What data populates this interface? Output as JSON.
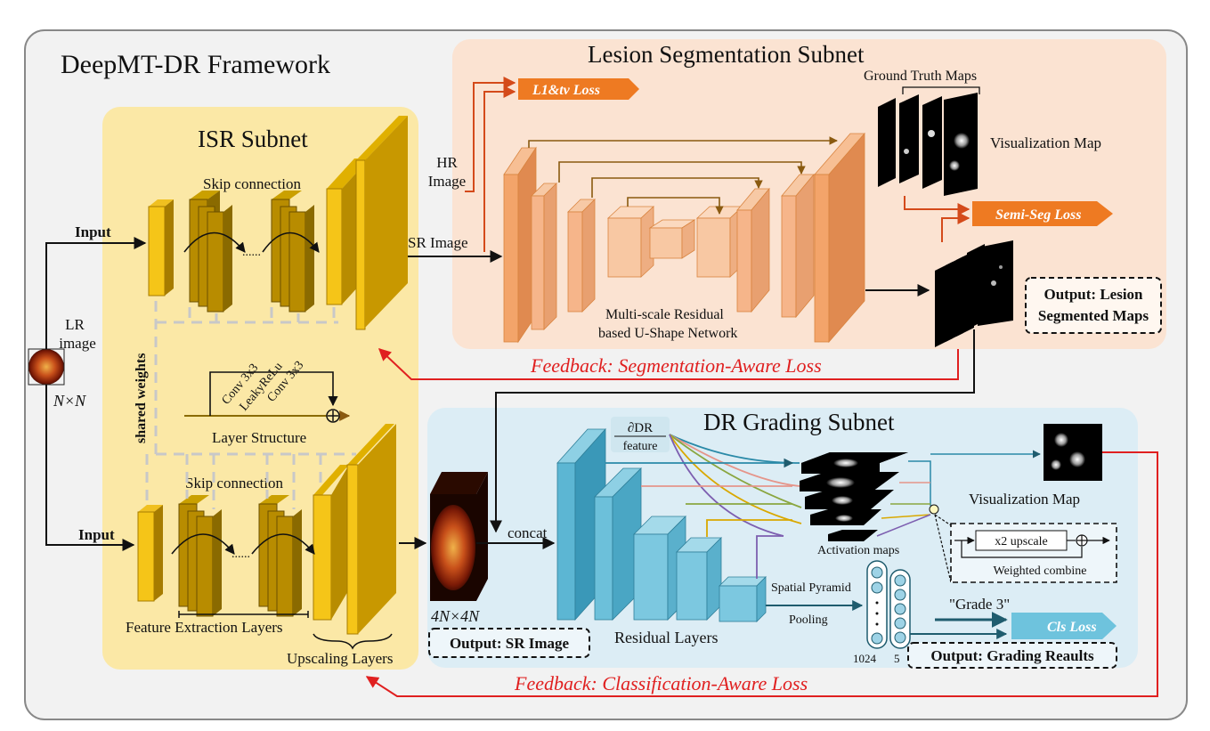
{
  "framework_title": "DeepMT-DR Framework",
  "isr": {
    "title": "ISR Subnet",
    "skip_top": "Skip connection",
    "skip_bottom": "Skip connection",
    "ellipsis": "......",
    "input_top": "Input",
    "input_bottom": "Input",
    "lr_line1": "LR",
    "lr_line2": "image",
    "lr_size": "N×N",
    "shared_weights": "shared weights",
    "layer_ops": [
      "Conv 3x3",
      "LeakyReLu",
      "Conv 3x3"
    ],
    "layer_structure": "Layer Structure",
    "feature_layers": "Feature Extraction Layers",
    "upscaling_layers": "Upscaling Layers"
  },
  "seg": {
    "title": "Lesion Segmentation Subnet",
    "l1_loss": "L1&tv Loss",
    "hr_line1": "HR",
    "hr_line2": "Image",
    "sr_image": "SR Image",
    "gt_maps": "Ground Truth Maps",
    "vis_map": "Visualization Map",
    "semi_loss": "Semi-Seg Loss",
    "net_line1": "Multi-scale Residual",
    "net_line2": "based U-Shape Network",
    "out_line1": "Output: Lesion",
    "out_line2": "Segmented Maps"
  },
  "feedback_seg": "Feedback: Segmentation-Aware Loss",
  "feedback_cls": "Feedback: Classification-Aware Loss",
  "grading": {
    "title": "DR Grading Subnet",
    "grad_num": "∂DR",
    "grad_den": "feature",
    "concat": "concat",
    "sr_size": "4N×4N",
    "output_sr": "Output: SR Image",
    "residual_layers": "Residual Layers",
    "spp_line1": "Spatial Pyramid",
    "spp_line2": "Pooling",
    "act_maps": "Activation maps",
    "vis_map": "Visualization Map",
    "upscale": "x2 upscale",
    "weighted": "Weighted combine",
    "grade": "\"Grade 3\"",
    "cls_loss": "Cls Loss",
    "dim_1024": "1024",
    "dim_5": "5",
    "output_grading": "Output: Grading Reaults"
  },
  "colors": {
    "isr_panel": "#fbe8a6",
    "seg_panel": "#fbe3d2",
    "grading_panel": "#dcedf5",
    "gold_block": "#d9a800",
    "orange_block": "#f3a46a",
    "blue_block": "#5cb6d3",
    "loss_orange": "#ee7a22",
    "loss_blue": "#6ec3dd",
    "feedback_red": "#e02020"
  }
}
